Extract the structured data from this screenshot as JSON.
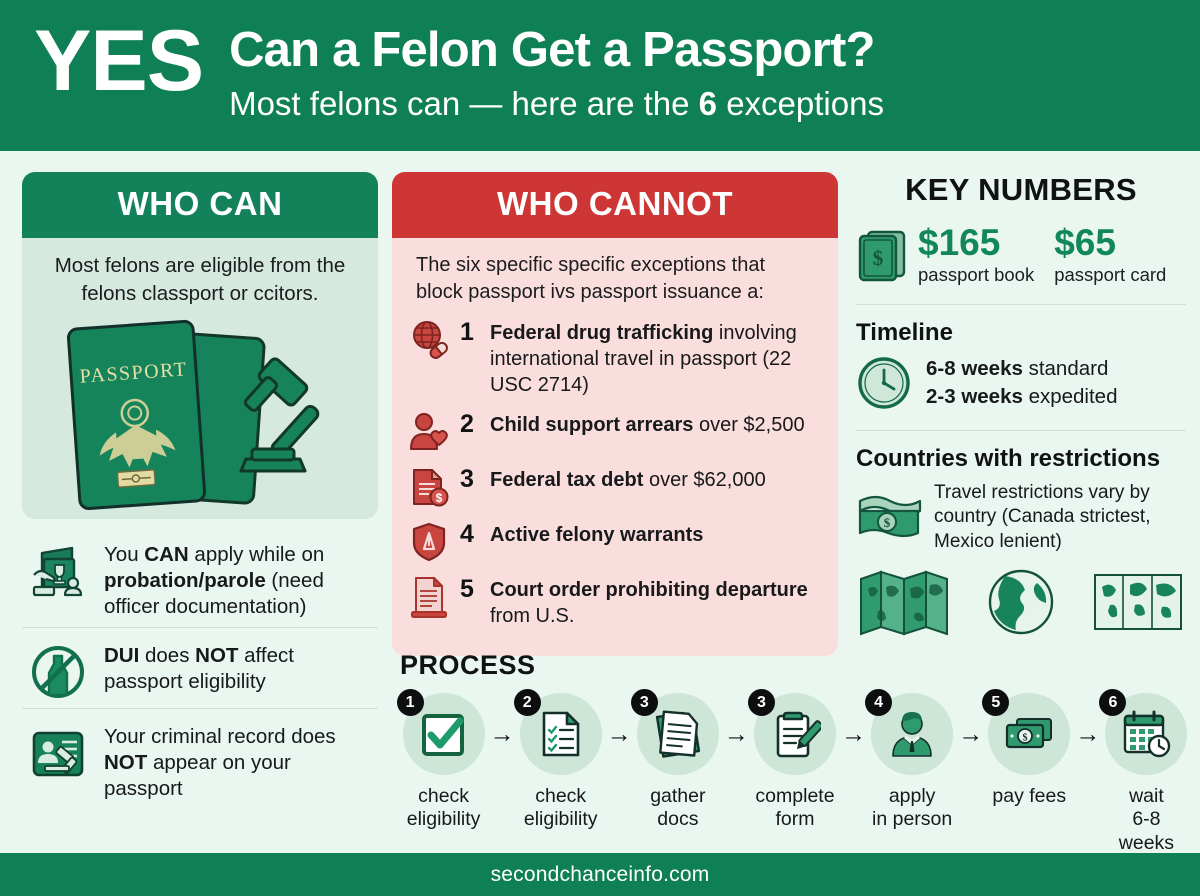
{
  "header": {
    "yes": "YES",
    "title": "Can a Felon Get a Passport?",
    "subtitle_before": "Most felons can — here are the ",
    "subtitle_bold": "6",
    "subtitle_after": " exceptions",
    "bg_color": "#0f8055"
  },
  "who_can": {
    "heading": "WHO CAN",
    "intro": "Most felons are eligible from the  felons classport or ccitors.",
    "illustration": "passport-and-gavel-illustration",
    "items": [
      {
        "icon": "hand-holding-passport-icon",
        "plain1": "You ",
        "bold1": "CAN",
        "plain2": " apply while on ",
        "bold2": "probation/parole",
        "plain3": " (need officer documentation)"
      },
      {
        "icon": "no-alcohol-icon",
        "plain1": "",
        "bold1": "DUI",
        "plain2": " does ",
        "bold2": "NOT",
        "plain3": " affect passport eligibility"
      },
      {
        "icon": "criminal-record-gavel-icon",
        "plain1": "Your criminal record does ",
        "bold1": "NOT",
        "plain2": " appear on your passport",
        "bold2": "",
        "plain3": ""
      }
    ],
    "header_color": "#138159",
    "body_color": "#d6e9df"
  },
  "who_cannot": {
    "heading": "WHO CANNOT",
    "intro": "The six specific specific exceptions that block passport ivs passport issuance a:",
    "header_color": "#ce3636",
    "body_color": "#fadede",
    "items": [
      {
        "number": "1",
        "icon": "globe-pills-drug-icon",
        "bold": "Federal drug trafficking",
        "rest": " involving international travel in passport (22 USC 2714)"
      },
      {
        "number": "2",
        "icon": "person-heart-child-support-icon",
        "bold": "Child support arrears",
        "rest": " over $2,500"
      },
      {
        "number": "3",
        "icon": "tax-document-dollar-icon",
        "bold": "Federal tax debt",
        "rest": " over $62,000"
      },
      {
        "number": "4",
        "icon": "shield-warrant-icon",
        "bold": "Active felony warrants",
        "rest": ""
      },
      {
        "number": "5",
        "icon": "court-order-document-icon",
        "bold": "Court order prohibiting departure",
        "rest": " from U.S."
      }
    ]
  },
  "key_numbers": {
    "heading": "KEY NUMBERS",
    "money_icon": "banknote-dollar-icon",
    "fees": [
      {
        "amount": "$165",
        "label": "passport book"
      },
      {
        "amount": "$65",
        "label": "passport card"
      }
    ],
    "accent_color": "#11875a",
    "timeline": {
      "heading": "Timeline",
      "icon": "clock-icon",
      "line1_bold": "6-8 weeks",
      "line1_rest": " standard",
      "line2_bold": "2-3 weeks",
      "line2_rest": " expedited"
    },
    "countries": {
      "heading": "Countries with restrictions",
      "icon": "cash-stack-icon",
      "text": "Travel restrictions vary by country (Canada strictest, Mexico lenient)",
      "thumbs": [
        "folded-map-icon",
        "globe-americas-icon",
        "world-map-icon"
      ]
    }
  },
  "process": {
    "title": "PROCESS",
    "circle_color": "#cde6d8",
    "steps": [
      {
        "number": "1",
        "icon": "checkbox-check-icon",
        "label": "check\neligibility"
      },
      {
        "number": "2",
        "icon": "checklist-document-icon",
        "label": "check\neligibility"
      },
      {
        "number": "3",
        "icon": "stacked-documents-icon",
        "label": "gather\ndocs"
      },
      {
        "number": "3",
        "icon": "clipboard-pencil-icon",
        "label": "complete\nform"
      },
      {
        "number": "4",
        "icon": "person-in-suit-icon",
        "label": "apply\nin person"
      },
      {
        "number": "5",
        "icon": "money-bills-icon",
        "label": "pay fees"
      },
      {
        "number": "6",
        "icon": "calendar-clock-icon",
        "label": "wait\n6-8 weeks"
      }
    ],
    "arrow_glyph": "→"
  },
  "footer": {
    "site": "secondchanceinfo.com"
  }
}
